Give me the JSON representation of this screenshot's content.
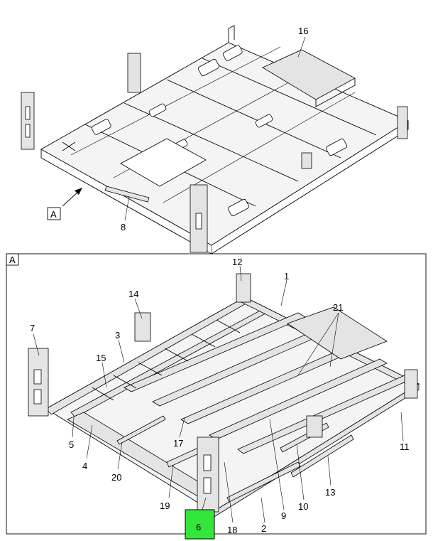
{
  "views": {
    "top": {
      "callouts": [
        "16",
        "8"
      ],
      "view_marker": "A"
    },
    "detail": {
      "frame_label": "A",
      "callouts": [
        "12",
        "1",
        "14",
        "21",
        "7",
        "3",
        "15",
        "5",
        "4",
        "17",
        "20",
        "19",
        "6",
        "18",
        "2",
        "9",
        "10",
        "13",
        "11"
      ]
    }
  },
  "highlight": {
    "part": "6",
    "color": "#35e63a"
  }
}
